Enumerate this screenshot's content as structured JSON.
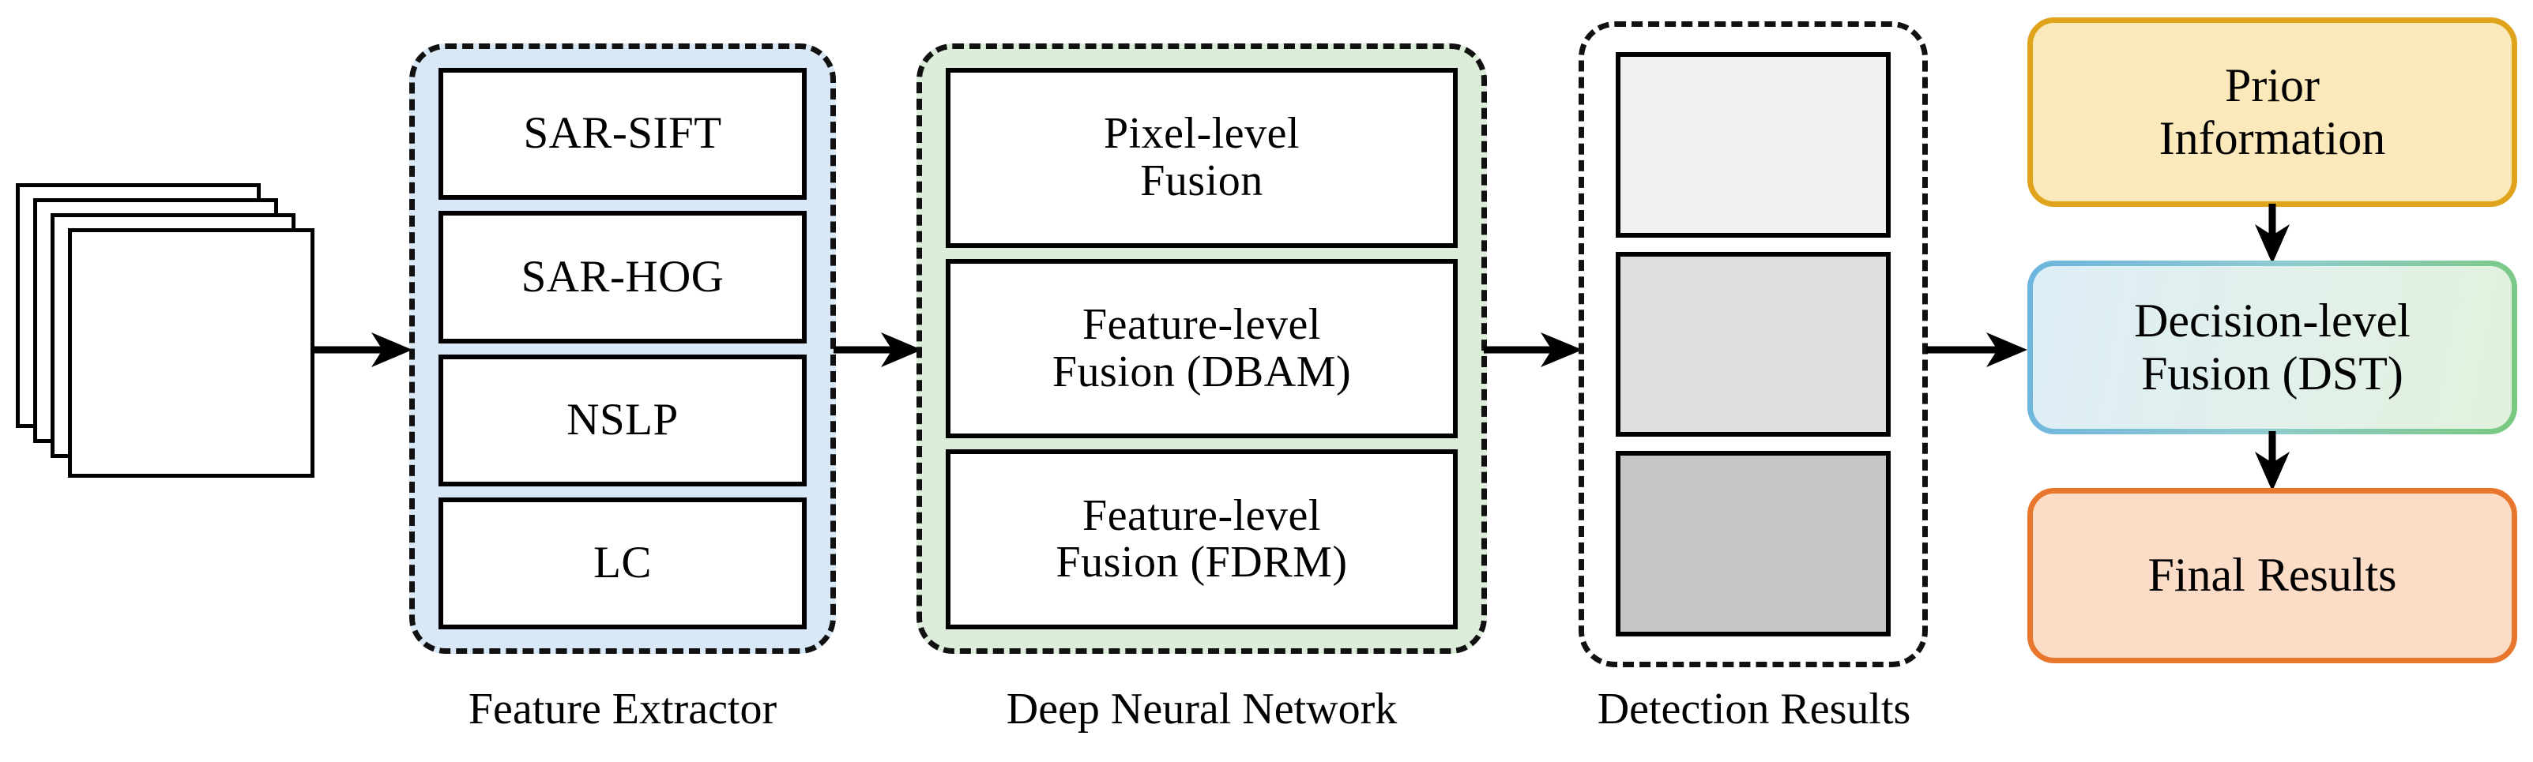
{
  "diagram": {
    "title": "SAR image multi-level fusion detection pipeline",
    "background": "#ffffff"
  },
  "input": {
    "name": "input-image-stack",
    "sheet_count": 4
  },
  "stages": [
    {
      "id": "feature-extractor",
      "caption": "Feature Extractor",
      "fill": "#d8e8f6",
      "border_style": "dashed",
      "items": [
        {
          "label": "SAR-SIFT"
        },
        {
          "label": "SAR-HOG"
        },
        {
          "label": "NSLP"
        },
        {
          "label": "LC"
        }
      ]
    },
    {
      "id": "deep-neural-network",
      "caption": "Deep Neural Network",
      "fill": "#dcedda",
      "border_style": "dashed",
      "items": [
        {
          "label": "Pixel-level\nFusion",
          "line1": "Pixel-level",
          "line2": "Fusion"
        },
        {
          "label": "Feature-level\nFusion (DBAM)",
          "line1": "Feature-level",
          "line2": "Fusion (DBAM)"
        },
        {
          "label": "Feature-level\nFusion (FDRM)",
          "line1": "Feature-level",
          "line2": "Fusion (FDRM)"
        }
      ]
    },
    {
      "id": "detection-results",
      "caption": "Detection Results",
      "fill": "#ffffff",
      "border_style": "dashed",
      "swatches": [
        {
          "name": "detection-swatch-light",
          "fill": "#f0f0f0"
        },
        {
          "name": "detection-swatch-medium",
          "fill": "#dedede"
        },
        {
          "name": "detection-swatch-dark",
          "fill": "#c6c6c6"
        }
      ]
    }
  ],
  "right_column": {
    "prior": {
      "label": "Prior\nInformation",
      "line1": "Prior",
      "line2": "Information",
      "fill": "#fbe9bc",
      "border": "#dfa41c"
    },
    "decision": {
      "label": "Decision-level\nFusion (DST)",
      "line1": "Decision-level",
      "line2": "Fusion (DST)",
      "fill_start": "#ddeef6",
      "fill_end": "#e2f1dd",
      "border_start": "#6cb4de",
      "border_end": "#78c97e"
    },
    "final": {
      "label": "Final Results",
      "fill": "#fbdcc6",
      "border": "#e8762c"
    }
  },
  "arrows": [
    {
      "name": "arrow-input-to-feature-extractor",
      "direction": "right"
    },
    {
      "name": "arrow-feature-extractor-to-dnn",
      "direction": "right"
    },
    {
      "name": "arrow-dnn-to-detection-results",
      "direction": "right"
    },
    {
      "name": "arrow-detection-results-to-decision-fusion",
      "direction": "right"
    },
    {
      "name": "arrow-prior-to-decision-fusion",
      "direction": "down"
    },
    {
      "name": "arrow-decision-fusion-to-final-results",
      "direction": "down"
    }
  ]
}
